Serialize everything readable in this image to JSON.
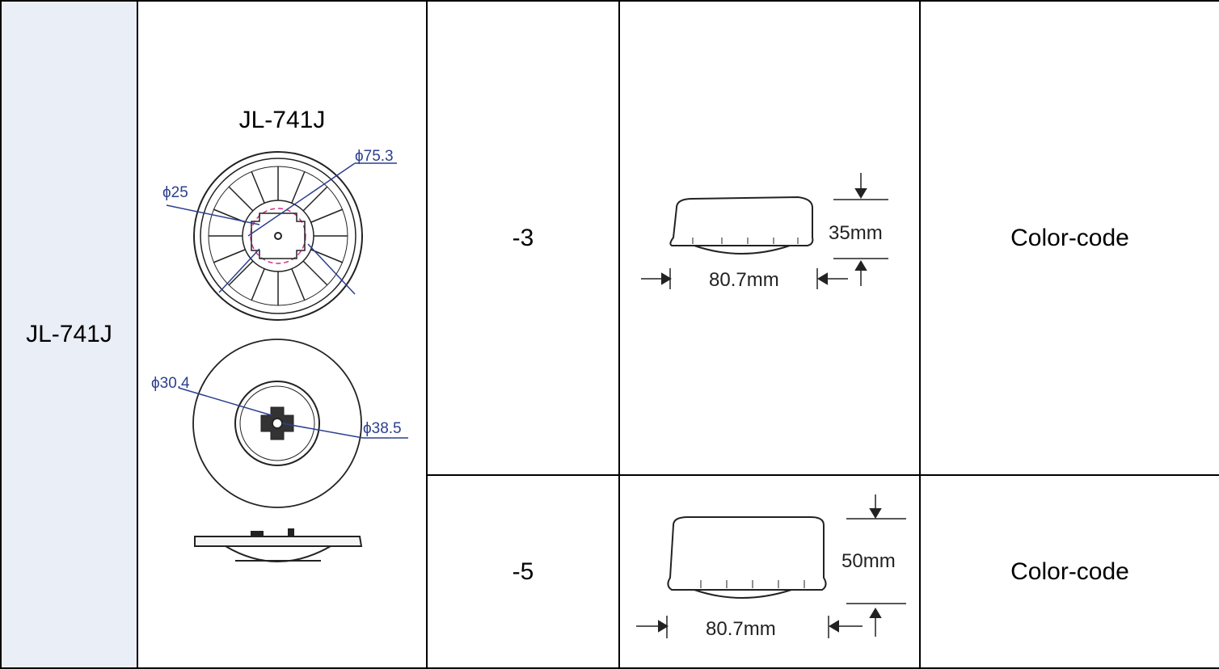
{
  "model": "JL-741J",
  "drawing": {
    "title": "JL-741J",
    "dims": {
      "top_outer": "ϕ75.3",
      "top_inner": "ϕ25",
      "bottom_inner": "ϕ30.4",
      "bottom_outer": "ϕ38.5"
    }
  },
  "variants": [
    {
      "suffix": "-3",
      "width_label": "80.7mm",
      "height_label": "35mm",
      "color_label": "Color-code"
    },
    {
      "suffix": "-5",
      "width_label": "80.7mm",
      "height_label": "50mm",
      "color_label": "Color-code"
    }
  ],
  "colors": {
    "model_cell_bg": "#eaeef6",
    "dimension_blue": "#2c3f8f",
    "border": "#000000"
  }
}
